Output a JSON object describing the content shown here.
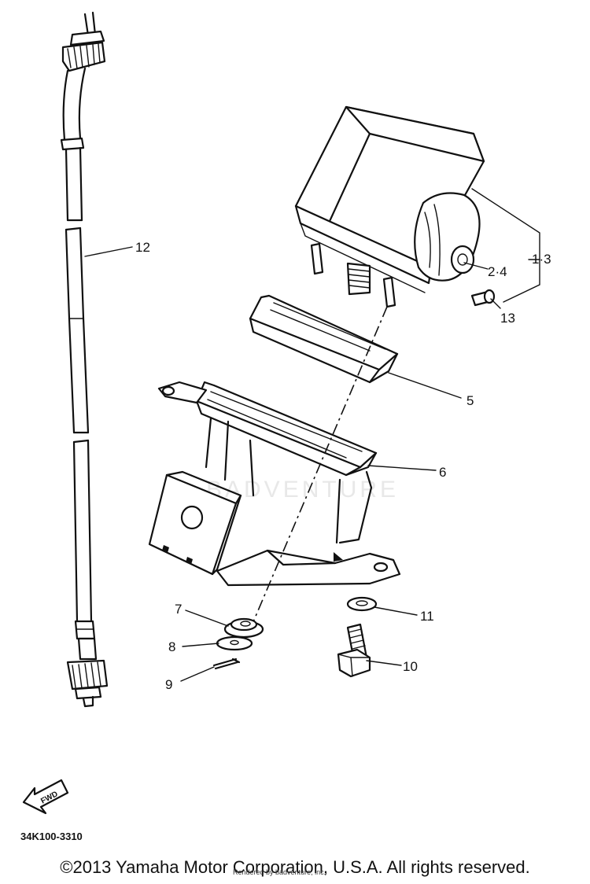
{
  "diagram": {
    "part_code": "34K100-3310",
    "fwd_label": "FWD",
    "watermark": "BADVENTURE",
    "callouts": {
      "c1_3": "1·3",
      "c2_4": "2·4",
      "c5": "5",
      "c6": "6",
      "c7": "7",
      "c8": "8",
      "c9": "9",
      "c10": "10",
      "c11": "11",
      "c12": "12",
      "c13": "13"
    }
  },
  "footer": {
    "copyright": "©2013 Yamaha Motor Corporation, U.S.A. All rights reserved.",
    "small_watermark": "Rendered by badventure, inc."
  }
}
